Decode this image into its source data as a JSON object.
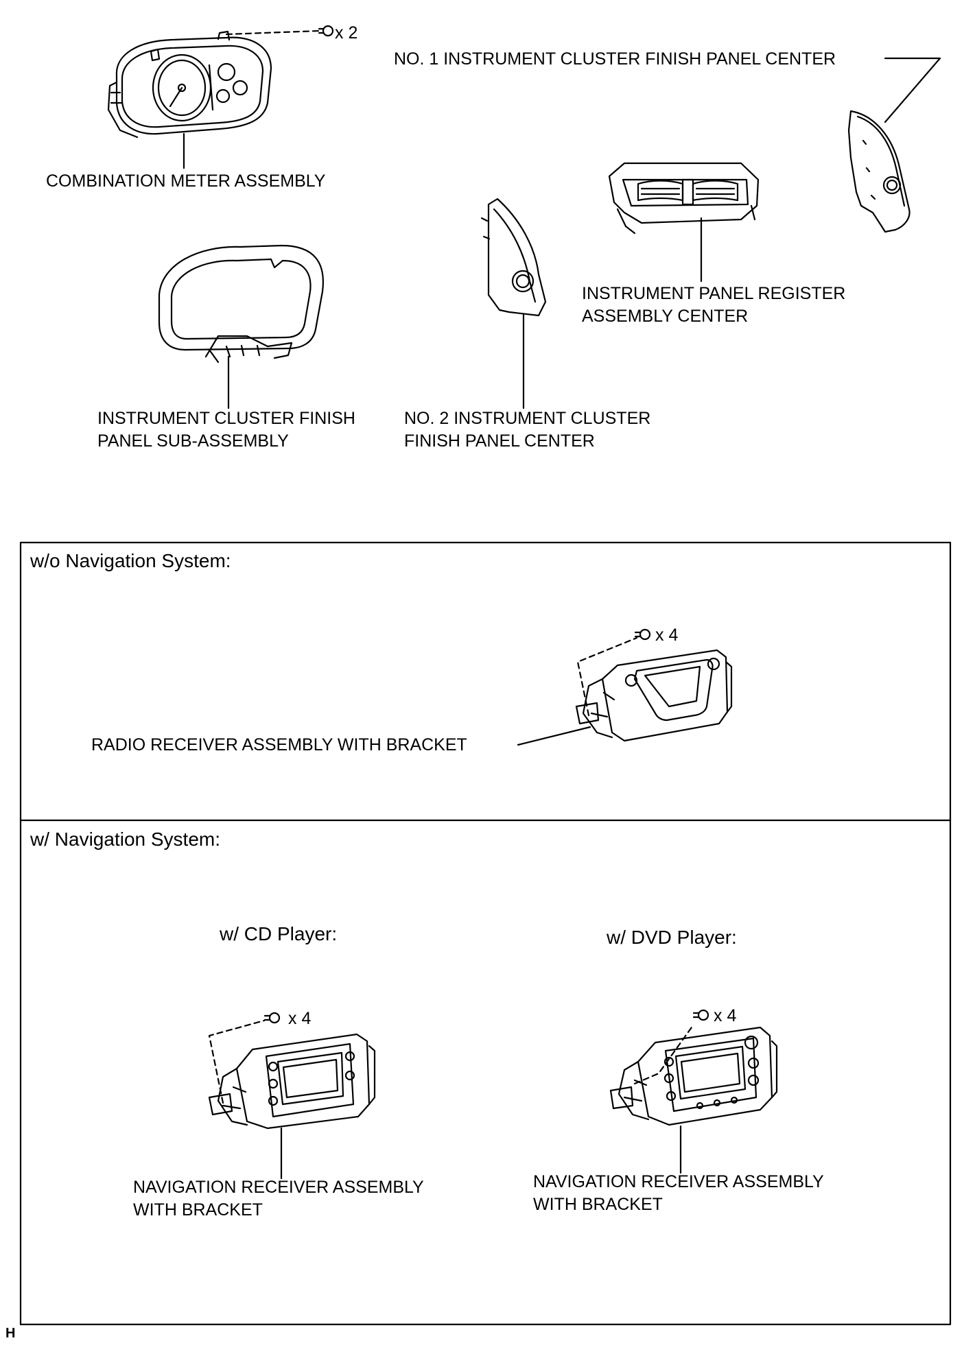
{
  "parts": {
    "combination_meter": "COMBINATION METER ASSEMBLY",
    "finish_panel_center_no1": "NO. 1 INSTRUMENT CLUSTER FINISH PANEL CENTER",
    "register_center": "INSTRUMENT PANEL REGISTER\nASSEMBLY CENTER",
    "finish_panel_sub": "INSTRUMENT CLUSTER FINISH\nPANEL SUB-ASSEMBLY",
    "finish_panel_center_no2": "NO. 2 INSTRUMENT CLUSTER\nFINISH PANEL CENTER",
    "radio_receiver": "RADIO RECEIVER ASSEMBLY WITH BRACKET",
    "nav_receiver_cd": "NAVIGATION RECEIVER ASSEMBLY\nWITH BRACKET",
    "nav_receiver_dvd": "NAVIGATION RECEIVER ASSEMBLY\nWITH BRACKET"
  },
  "quantities": {
    "meter_screws": "x 2",
    "radio_screws": "x 4",
    "nav_cd_screws": "x 4",
    "nav_dvd_screws": "x 4"
  },
  "panels": {
    "without_nav": "w/o Navigation System:",
    "with_nav": "w/ Navigation System:",
    "cd_player": "w/ CD Player:",
    "dvd_player": "w/ DVD Player:"
  },
  "figure_code": "H"
}
